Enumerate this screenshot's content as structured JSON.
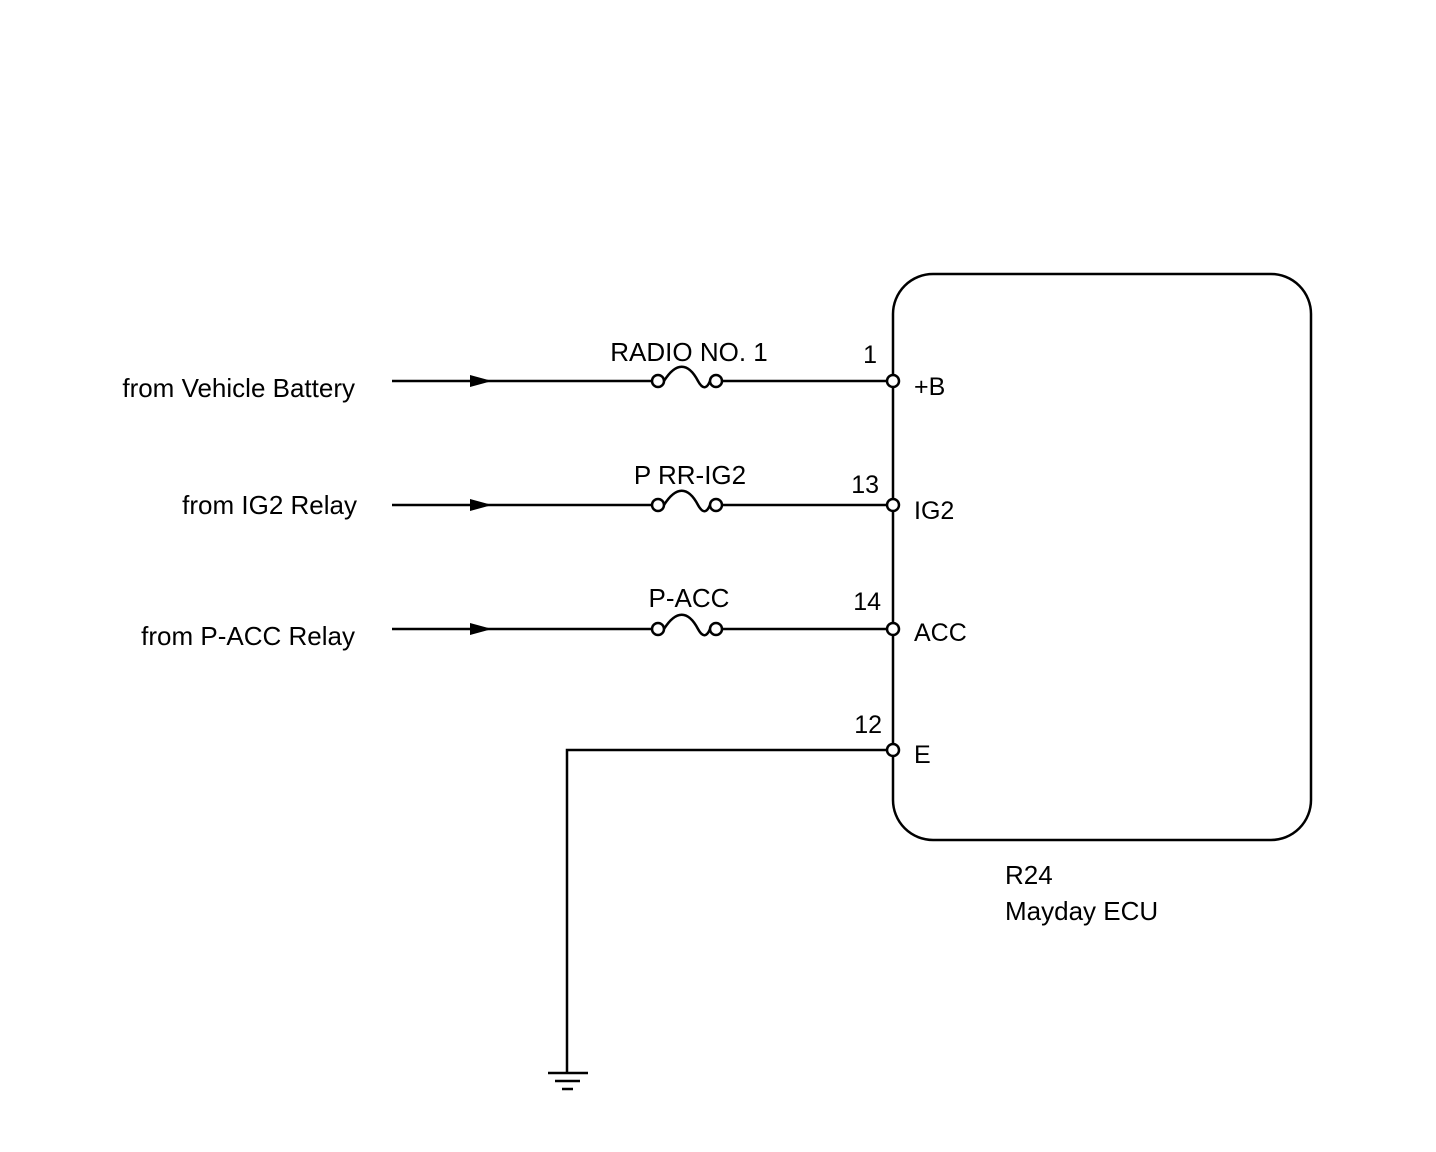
{
  "circuits": [
    {
      "source": "from Vehicle Battery",
      "fuse": "RADIO NO. 1",
      "pin": "1",
      "terminal": "+B"
    },
    {
      "source": "from IG2 Relay",
      "fuse": "P RR-IG2",
      "pin": "13",
      "terminal": "IG2"
    },
    {
      "source": "from P-ACC Relay",
      "fuse": "P-ACC",
      "pin": "14",
      "terminal": "ACC"
    }
  ],
  "ground": {
    "pin": "12",
    "terminal": "E"
  },
  "ecu": {
    "connector": "R24",
    "name": "Mayday ECU"
  }
}
